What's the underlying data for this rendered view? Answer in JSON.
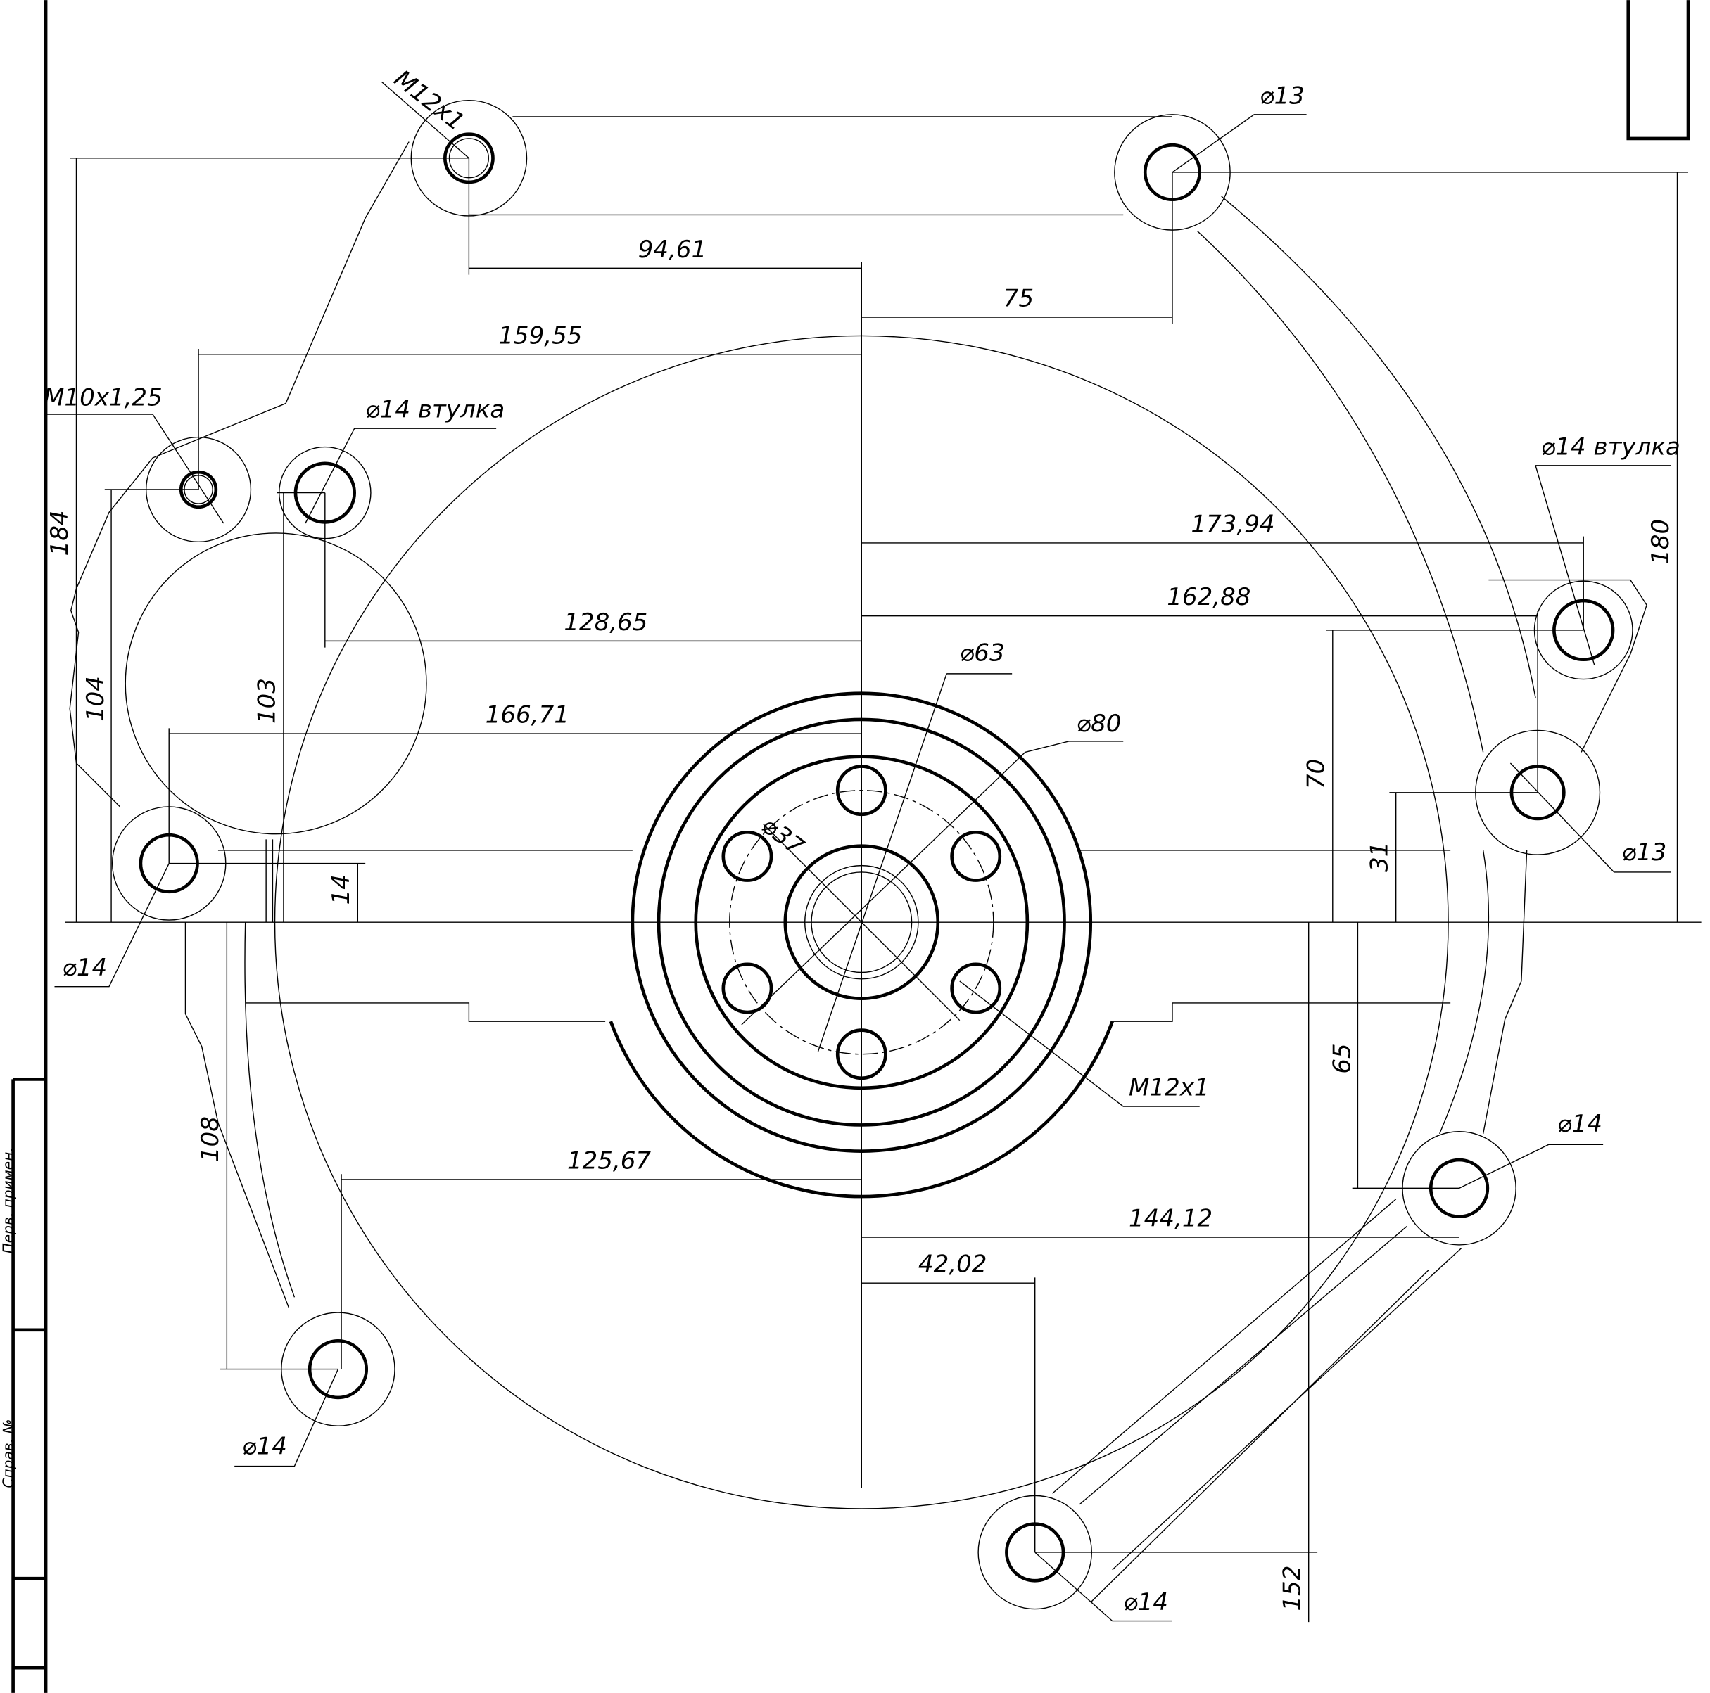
{
  "stamp": {
    "perv_primen": "Перв. примен.",
    "sprav_no": "Справ. №"
  },
  "labels": {
    "m12x1_top": "M12x1",
    "d13_top": "⌀13",
    "d94_61": "94,61",
    "d75": "75",
    "d159_55": "159,55",
    "m10x1_25": "M10x1,25",
    "d14_vtulka_left": "⌀14  втулка",
    "d14_vtulka_right": "⌀14  втулка",
    "d184": "184",
    "d180": "180",
    "d173_94": "173,94",
    "d162_88": "162,88",
    "d128_65": "128,65",
    "d63": "⌀63",
    "d80": "⌀80",
    "d104": "104",
    "d103": "103",
    "d166_71": "166,71",
    "d37": "⌀37",
    "d70": "70",
    "d31": "31",
    "d13_right": "⌀13",
    "d14_small": "14",
    "d14_left": "⌀14",
    "m12x1_center": "M12x1",
    "d65": "65",
    "d108": "108",
    "d125_67": "125,67",
    "d14_right": "⌀14",
    "d144_12": "144,12",
    "d42_02": "42,02",
    "d14_bottomleft": "⌀14",
    "d14_bottom": "⌀14",
    "d152": "152"
  }
}
